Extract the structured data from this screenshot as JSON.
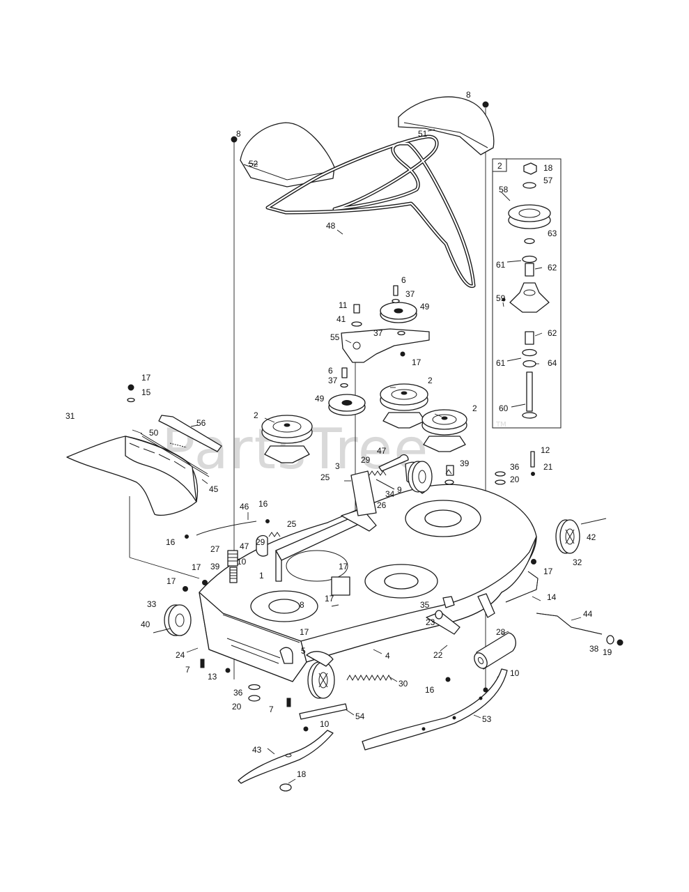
{
  "watermark": {
    "text": "PartsTree",
    "trademark": "TM"
  },
  "inset": {
    "box_label": "2"
  },
  "labels": [
    {
      "id": "8a",
      "text": "8"
    },
    {
      "id": "52",
      "text": "52"
    },
    {
      "id": "8b",
      "text": "8"
    },
    {
      "id": "51",
      "text": "51"
    },
    {
      "id": "48",
      "text": "48"
    },
    {
      "id": "6a",
      "text": "6"
    },
    {
      "id": "37a",
      "text": "37"
    },
    {
      "id": "49a",
      "text": "49"
    },
    {
      "id": "11",
      "text": "11"
    },
    {
      "id": "41",
      "text": "41"
    },
    {
      "id": "37b",
      "text": "37"
    },
    {
      "id": "55",
      "text": "55"
    },
    {
      "id": "17a",
      "text": "17"
    },
    {
      "id": "6b",
      "text": "6"
    },
    {
      "id": "37c",
      "text": "37"
    },
    {
      "id": "49b",
      "text": "49"
    },
    {
      "id": "2a",
      "text": "2"
    },
    {
      "id": "2b",
      "text": "2"
    },
    {
      "id": "2c",
      "text": "2"
    },
    {
      "id": "17b",
      "text": "17"
    },
    {
      "id": "15",
      "text": "15"
    },
    {
      "id": "31",
      "text": "31"
    },
    {
      "id": "56",
      "text": "56"
    },
    {
      "id": "50",
      "text": "50"
    },
    {
      "id": "45",
      "text": "45"
    },
    {
      "id": "46",
      "text": "46"
    },
    {
      "id": "16a",
      "text": "16"
    },
    {
      "id": "16b",
      "text": "16"
    },
    {
      "id": "47a",
      "text": "47"
    },
    {
      "id": "29a",
      "text": "29"
    },
    {
      "id": "3",
      "text": "3"
    },
    {
      "id": "25a",
      "text": "25"
    },
    {
      "id": "26",
      "text": "26"
    },
    {
      "id": "34",
      "text": "34"
    },
    {
      "id": "9",
      "text": "9"
    },
    {
      "id": "39a",
      "text": "39"
    },
    {
      "id": "36a",
      "text": "36"
    },
    {
      "id": "20a",
      "text": "20"
    },
    {
      "id": "12",
      "text": "12"
    },
    {
      "id": "21",
      "text": "21"
    },
    {
      "id": "25b",
      "text": "25"
    },
    {
      "id": "47b",
      "text": "47"
    },
    {
      "id": "29b",
      "text": "29"
    },
    {
      "id": "10a",
      "text": "10"
    },
    {
      "id": "27",
      "text": "27"
    },
    {
      "id": "39b",
      "text": "39"
    },
    {
      "id": "1",
      "text": "1"
    },
    {
      "id": "17c",
      "text": "17"
    },
    {
      "id": "17d",
      "text": "17"
    },
    {
      "id": "17e",
      "text": "17"
    },
    {
      "id": "17f",
      "text": "17"
    },
    {
      "id": "8c",
      "text": "8"
    },
    {
      "id": "42",
      "text": "42"
    },
    {
      "id": "32",
      "text": "32"
    },
    {
      "id": "17g",
      "text": "17"
    },
    {
      "id": "14",
      "text": "14"
    },
    {
      "id": "33",
      "text": "33"
    },
    {
      "id": "40",
      "text": "40"
    },
    {
      "id": "35",
      "text": "35"
    },
    {
      "id": "23",
      "text": "23"
    },
    {
      "id": "44",
      "text": "44"
    },
    {
      "id": "28",
      "text": "28"
    },
    {
      "id": "38",
      "text": "38"
    },
    {
      "id": "19",
      "text": "19"
    },
    {
      "id": "24",
      "text": "24"
    },
    {
      "id": "17h",
      "text": "17"
    },
    {
      "id": "5",
      "text": "5"
    },
    {
      "id": "4",
      "text": "4"
    },
    {
      "id": "22",
      "text": "22"
    },
    {
      "id": "7a",
      "text": "7"
    },
    {
      "id": "13",
      "text": "13"
    },
    {
      "id": "10b",
      "text": "10"
    },
    {
      "id": "30",
      "text": "30"
    },
    {
      "id": "16c",
      "text": "16"
    },
    {
      "id": "36b",
      "text": "36"
    },
    {
      "id": "20b",
      "text": "20"
    },
    {
      "id": "7b",
      "text": "7"
    },
    {
      "id": "54",
      "text": "54"
    },
    {
      "id": "53",
      "text": "53"
    },
    {
      "id": "10c",
      "text": "10"
    },
    {
      "id": "43",
      "text": "43"
    },
    {
      "id": "18a",
      "text": "18"
    },
    {
      "id": "i18",
      "text": "18"
    },
    {
      "id": "i57",
      "text": "57"
    },
    {
      "id": "i58",
      "text": "58"
    },
    {
      "id": "i63",
      "text": "63"
    },
    {
      "id": "i61a",
      "text": "61"
    },
    {
      "id": "i62a",
      "text": "62"
    },
    {
      "id": "i59",
      "text": "59"
    },
    {
      "id": "i62b",
      "text": "62"
    },
    {
      "id": "i61b",
      "text": "61"
    },
    {
      "id": "i64",
      "text": "64"
    },
    {
      "id": "i60",
      "text": "60"
    }
  ]
}
